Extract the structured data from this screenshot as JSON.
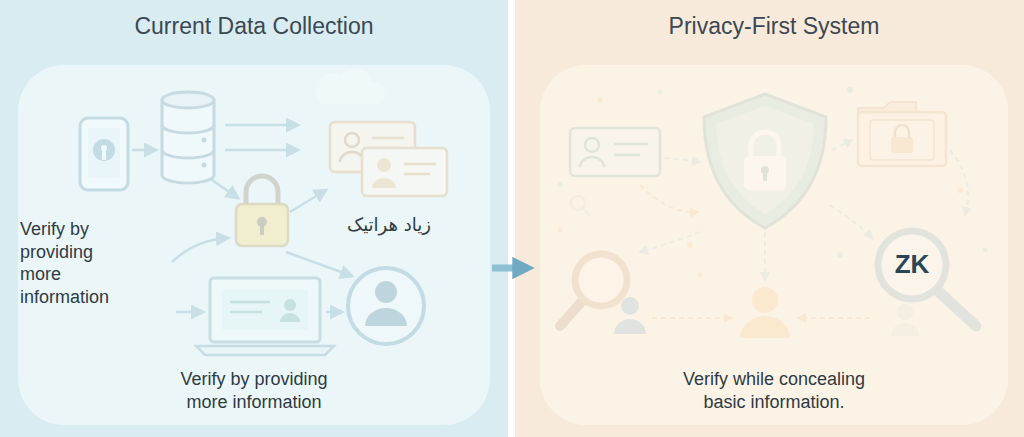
{
  "diagram": {
    "nodes": [
      {
        "text": [
          "Current Data Collection",
          "Verify by providing more information"
        ]
      },
      {
        "text": [
          "Privacy-First System",
          "Verify while concealing basic information."
        ]
      }
    ],
    "edges": [
      {
        "from": 0,
        "to": 1,
        "arrow": "to"
      }
    ],
    "labels": [
      "Verify by providing more information",
      "زیاد هراتیک",
      "ZK"
    ]
  }
}
